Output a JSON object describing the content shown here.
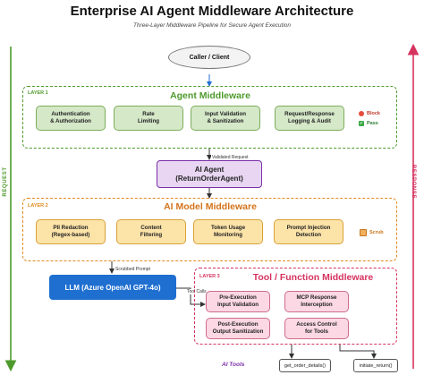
{
  "header": {
    "title": "Enterprise AI Agent Middleware Architecture",
    "subtitle": "Three-Layer Middleware Pipeline for Secure Agent Execution"
  },
  "side": {
    "request": "REQUEST",
    "response": "RESPONSE"
  },
  "caller": {
    "label": "Caller / Client"
  },
  "layer1": {
    "tag": "LAYER 1",
    "title": "Agent Middleware",
    "boxes": [
      {
        "line1": "Authentication",
        "line2": "& Authorization"
      },
      {
        "line1": "Rate",
        "line2": "Limiting"
      },
      {
        "line1": "Input Validation",
        "line2": "& Sanitization"
      },
      {
        "line1": "Request/Response",
        "line2": "Logging & Audit"
      }
    ],
    "legend": [
      {
        "icon": "block-icon",
        "label": "Block"
      },
      {
        "icon": "pass-icon",
        "label": "Pass"
      }
    ]
  },
  "edges": {
    "validated": "Validated Request",
    "scrubbed": "Scrubbed Prompt",
    "toolcalls": "Tool Calls"
  },
  "agent": {
    "line1": "AI Agent",
    "line2": "(ReturnOrderAgent)"
  },
  "layer2": {
    "tag": "LAYER 2",
    "title": "AI Model Middleware",
    "boxes": [
      {
        "line1": "PII Redaction",
        "line2": "(Regex-based)"
      },
      {
        "line1": "Content",
        "line2": "Filtering"
      },
      {
        "line1": "Token Usage",
        "line2": "Monitoring"
      },
      {
        "line1": "Prompt Injection",
        "line2": "Detection"
      }
    ],
    "legend": {
      "icon": "scrub-icon",
      "label": "Scrub"
    }
  },
  "llm": {
    "label": "LLM (Azure OpenAI GPT-4o)"
  },
  "layer3": {
    "tag": "LAYER 3",
    "title": "Tool / Function Middleware",
    "boxes": [
      {
        "line1": "Pre-Execution",
        "line2": "Input Validation"
      },
      {
        "line1": "MCP Response",
        "line2": "Interception"
      },
      {
        "line1": "Post-Execution",
        "line2": "Output Sanitization"
      },
      {
        "line1": "Access Control",
        "line2": "for Tools"
      }
    ]
  },
  "tools": {
    "label": "AI Tools",
    "items": [
      "get_order_details()",
      "initiate_return()"
    ]
  },
  "colors": {
    "green": "#4e9a2c",
    "orange": "#e08a1e",
    "pink": "#d6335f",
    "purple": "#7b2fa8",
    "blue": "#1f6fd1"
  }
}
